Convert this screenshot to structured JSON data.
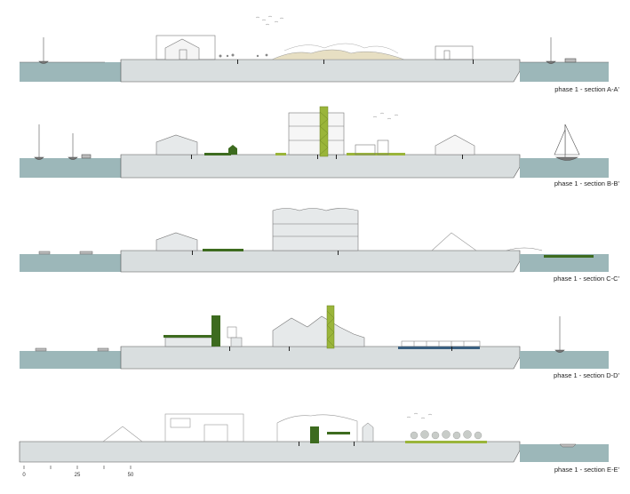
{
  "sections": [
    {
      "id": "a",
      "label": "phase 1 - section A-A'"
    },
    {
      "id": "b",
      "label": "phase 1 - section B-B'"
    },
    {
      "id": "c",
      "label": "phase 1 - section C-C'"
    },
    {
      "id": "d",
      "label": "phase 1 - section D-D'"
    },
    {
      "id": "e",
      "label": "phase 1 - section E-E'"
    }
  ],
  "scale_bar": {
    "ticks": [
      "0",
      "25",
      "50"
    ]
  },
  "colors": {
    "ground": "#d9dedf",
    "water": "#9cb7b9",
    "outline": "#555555",
    "green_roof": "#3d6b1f",
    "tower_green": "#9ab53a",
    "sand": "#e7dfc3"
  }
}
